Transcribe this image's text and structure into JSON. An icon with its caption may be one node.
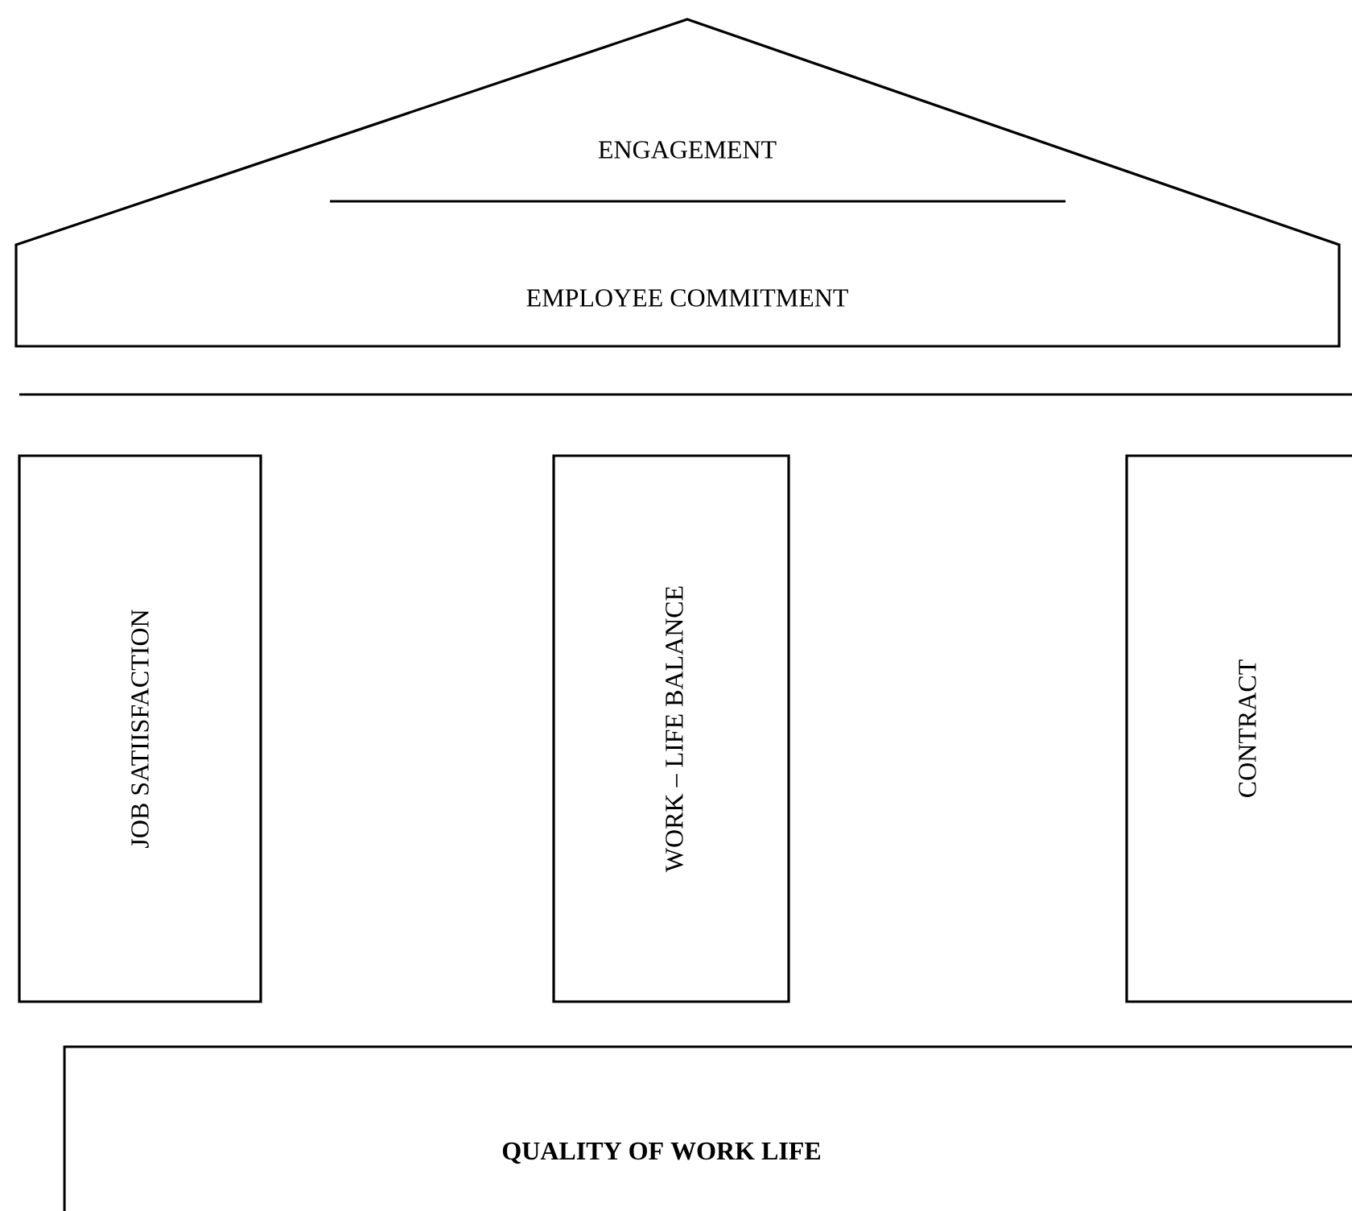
{
  "diagram": {
    "nodes": [
      {
        "text": [
          "ENGAGEMENT",
          "EMPLOYEE COMMITMENT"
        ]
      },
      {
        "text": [
          "JOB SATIISFACTION"
        ]
      },
      {
        "text": [
          "WORK – LIFE BALANCE"
        ]
      },
      {
        "text": [
          "CONTRACT"
        ]
      },
      {
        "text": [
          "QUALITY OF WORK LIFE"
        ]
      }
    ]
  }
}
